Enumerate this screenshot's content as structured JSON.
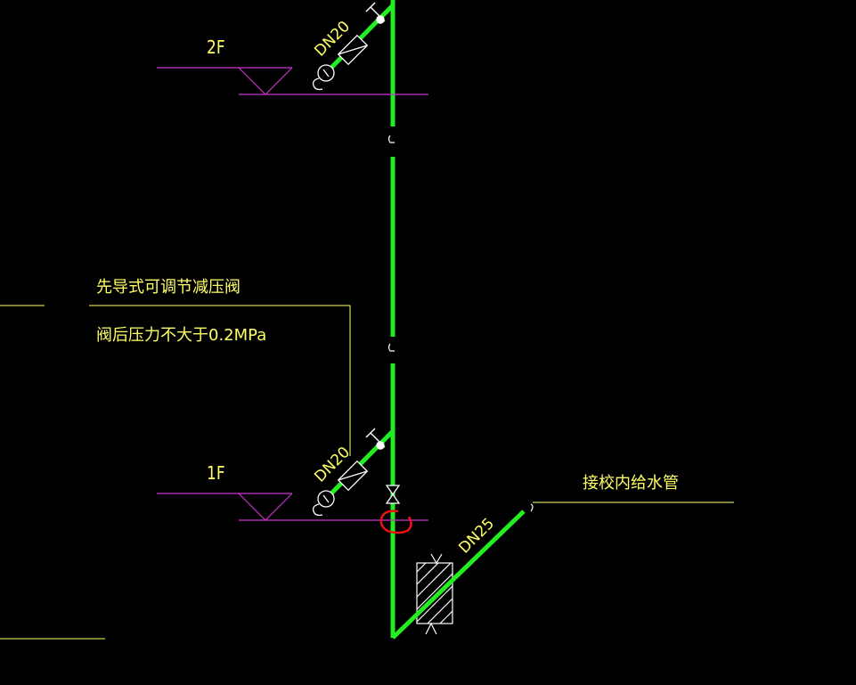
{
  "colors": {
    "background": "#000000",
    "pipe": "#22ee22",
    "text": "#ffff66",
    "level": "#cc33cc",
    "symbol": "#ffffff",
    "leader": "#ffff66",
    "markup": "#ee1111"
  },
  "labels": {
    "floor_2": "2F",
    "floor_1": "1F",
    "pipe_upper": "DN20",
    "pipe_lower": "DN20",
    "pipe_main": "DN25",
    "valve_note_line1": "先导式可调节减压阀",
    "valve_note_line2": "阀后压力不大于0.2MPa",
    "connect_note": "接校内给水管"
  }
}
